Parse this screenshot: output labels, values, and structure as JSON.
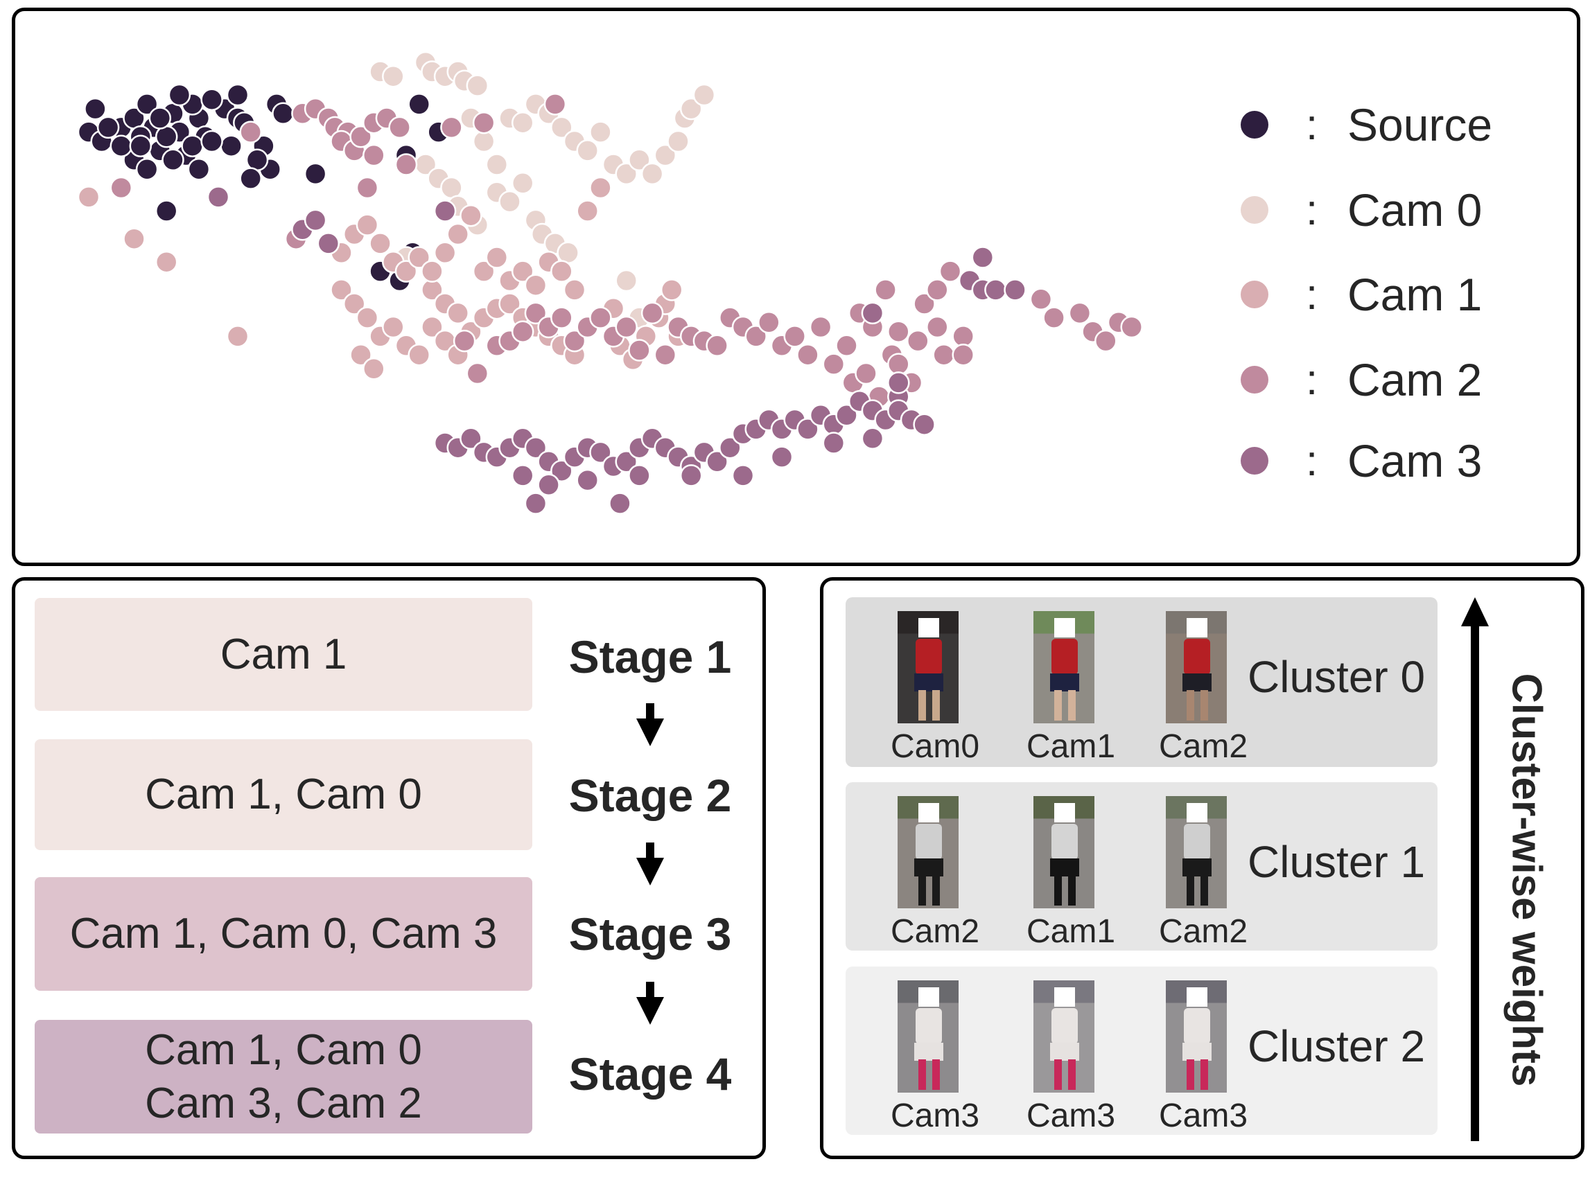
{
  "legend": [
    {
      "key": "source",
      "label": "Source",
      "color": "#2d1e3e"
    },
    {
      "key": "cam0",
      "label": "Cam 0",
      "color": "#e8d4cf"
    },
    {
      "key": "cam1",
      "label": "Cam 1",
      "color": "#d9aeb2"
    },
    {
      "key": "cam2",
      "label": "Cam 2",
      "color": "#c08a9e"
    },
    {
      "key": "cam3",
      "label": "Cam 3",
      "color": "#9c6a8c"
    }
  ],
  "legend_separator": ":",
  "chart_data": {
    "type": "scatter",
    "title": "",
    "xlabel": "",
    "ylabel": "",
    "grid": false,
    "axes_visible": false,
    "legend_position": "right",
    "note": "t-SNE style embedding, no axes; coordinates are relative embedding units (0-100 horizontally, 0-100 vertically, top=0)",
    "series": [
      {
        "name": "Source",
        "color": "#2d1e3e",
        "points": [
          [
            4,
            13
          ],
          [
            3,
            18
          ],
          [
            5,
            20
          ],
          [
            8,
            17
          ],
          [
            10,
            15
          ],
          [
            12,
            12
          ],
          [
            13,
            17
          ],
          [
            14,
            22
          ],
          [
            10,
            24
          ],
          [
            16,
            14
          ],
          [
            17,
            18
          ],
          [
            18,
            23
          ],
          [
            20,
            15
          ],
          [
            20,
            26
          ],
          [
            24,
            13
          ],
          [
            26,
            15
          ],
          [
            25,
            21
          ],
          [
            28,
            18
          ],
          [
            30,
            21
          ],
          [
            31,
            26
          ],
          [
            29,
            24
          ],
          [
            21,
            19
          ],
          [
            15,
            19
          ],
          [
            19,
            21
          ],
          [
            22,
            20
          ],
          [
            27,
            16
          ],
          [
            8,
            21
          ],
          [
            6,
            17
          ],
          [
            11,
            19
          ],
          [
            16,
            24
          ],
          [
            14,
            15
          ],
          [
            32,
            12
          ],
          [
            33,
            14
          ],
          [
            19,
            12
          ],
          [
            17,
            10
          ],
          [
            22,
            11
          ],
          [
            26,
            10
          ],
          [
            11,
            21
          ],
          [
            15,
            35
          ],
          [
            38,
            27
          ],
          [
            54,
            12
          ],
          [
            57,
            18
          ],
          [
            52,
            23
          ],
          [
            48,
            48
          ],
          [
            51,
            50
          ],
          [
            53,
            44
          ],
          [
            12,
            26
          ],
          [
            28,
            28
          ]
        ]
      },
      {
        "name": "Cam 0",
        "color": "#e8d4cf",
        "points": [
          [
            48,
            5
          ],
          [
            50,
            6
          ],
          [
            55,
            3
          ],
          [
            56,
            5
          ],
          [
            58,
            6
          ],
          [
            60,
            5
          ],
          [
            61,
            7
          ],
          [
            63,
            8
          ],
          [
            68,
            15
          ],
          [
            70,
            16
          ],
          [
            72,
            12
          ],
          [
            74,
            14
          ],
          [
            76,
            17
          ],
          [
            78,
            20
          ],
          [
            80,
            22
          ],
          [
            82,
            18
          ],
          [
            84,
            25
          ],
          [
            86,
            27
          ],
          [
            88,
            24
          ],
          [
            90,
            27
          ],
          [
            92,
            23
          ],
          [
            94,
            20
          ],
          [
            95,
            15
          ],
          [
            96,
            13
          ],
          [
            98,
            10
          ],
          [
            62,
            15
          ],
          [
            64,
            20
          ],
          [
            66,
            25
          ],
          [
            66,
            31
          ],
          [
            68,
            33
          ],
          [
            70,
            29
          ],
          [
            72,
            37
          ],
          [
            73,
            40
          ],
          [
            75,
            42
          ],
          [
            77,
            44
          ],
          [
            55,
            25
          ],
          [
            57,
            28
          ],
          [
            59,
            30
          ],
          [
            60,
            34
          ],
          [
            63,
            38
          ],
          [
            52,
            45
          ],
          [
            86,
            50
          ],
          [
            88,
            58
          ]
        ]
      },
      {
        "name": "Cam 1",
        "color": "#d9aeb2",
        "points": [
          [
            3,
            32
          ],
          [
            10,
            41
          ],
          [
            15,
            46
          ],
          [
            26,
            62
          ],
          [
            40,
            42
          ],
          [
            42,
            44
          ],
          [
            44,
            40
          ],
          [
            46,
            38
          ],
          [
            48,
            42
          ],
          [
            50,
            46
          ],
          [
            52,
            48
          ],
          [
            54,
            45
          ],
          [
            56,
            52
          ],
          [
            58,
            55
          ],
          [
            60,
            57
          ],
          [
            42,
            52
          ],
          [
            44,
            55
          ],
          [
            46,
            58
          ],
          [
            48,
            62
          ],
          [
            50,
            60
          ],
          [
            52,
            64
          ],
          [
            54,
            66
          ],
          [
            56,
            60
          ],
          [
            58,
            63
          ],
          [
            60,
            66
          ],
          [
            45,
            66
          ],
          [
            47,
            69
          ],
          [
            62,
            61
          ],
          [
            64,
            58
          ],
          [
            66,
            56
          ],
          [
            68,
            55
          ],
          [
            70,
            58
          ],
          [
            72,
            60
          ],
          [
            74,
            62
          ],
          [
            76,
            64
          ],
          [
            78,
            66
          ],
          [
            64,
            48
          ],
          [
            66,
            45
          ],
          [
            68,
            50
          ],
          [
            70,
            48
          ],
          [
            62,
            36
          ],
          [
            60,
            40
          ],
          [
            58,
            44
          ],
          [
            56,
            48
          ],
          [
            72,
            51
          ],
          [
            74,
            46
          ],
          [
            76,
            48
          ],
          [
            78,
            52
          ],
          [
            80,
            35
          ],
          [
            82,
            30
          ],
          [
            84,
            56
          ],
          [
            85,
            64
          ],
          [
            87,
            67
          ],
          [
            89,
            62
          ],
          [
            91,
            58
          ],
          [
            92,
            55
          ],
          [
            93,
            52
          ],
          [
            94,
            62
          ]
        ]
      },
      {
        "name": "Cam 2",
        "color": "#c08a9e",
        "points": [
          [
            8,
            30
          ],
          [
            28,
            18
          ],
          [
            36,
            14
          ],
          [
            38,
            13
          ],
          [
            40,
            15
          ],
          [
            41,
            17
          ],
          [
            43,
            18
          ],
          [
            42,
            20
          ],
          [
            44,
            22
          ],
          [
            45,
            19
          ],
          [
            47,
            16
          ],
          [
            49,
            15
          ],
          [
            47,
            23
          ],
          [
            51,
            17
          ],
          [
            52,
            25
          ],
          [
            46,
            30
          ],
          [
            35,
            41
          ],
          [
            59,
            17
          ],
          [
            64,
            16
          ],
          [
            75,
            12
          ],
          [
            61,
            63
          ],
          [
            63,
            70
          ],
          [
            66,
            64
          ],
          [
            68,
            63
          ],
          [
            70,
            61
          ],
          [
            72,
            57
          ],
          [
            74,
            60
          ],
          [
            76,
            58
          ],
          [
            78,
            63
          ],
          [
            80,
            60
          ],
          [
            82,
            58
          ],
          [
            84,
            62
          ],
          [
            86,
            60
          ],
          [
            88,
            65
          ],
          [
            90,
            57
          ],
          [
            92,
            66
          ],
          [
            94,
            60
          ],
          [
            96,
            62
          ],
          [
            98,
            63
          ],
          [
            100,
            64
          ],
          [
            102,
            58
          ],
          [
            104,
            60
          ],
          [
            106,
            62
          ],
          [
            108,
            59
          ],
          [
            110,
            64
          ],
          [
            112,
            62
          ],
          [
            114,
            66
          ],
          [
            116,
            60
          ],
          [
            118,
            68
          ],
          [
            120,
            64
          ],
          [
            121,
            72
          ],
          [
            123,
            70
          ],
          [
            125,
            75
          ],
          [
            127,
            66
          ],
          [
            122,
            57
          ],
          [
            124,
            60
          ],
          [
            128,
            61
          ],
          [
            131,
            63
          ],
          [
            134,
            60
          ],
          [
            138,
            62
          ],
          [
            132,
            55
          ],
          [
            134,
            52
          ],
          [
            136,
            48
          ],
          [
            126,
            52
          ],
          [
            128,
            68
          ],
          [
            130,
            72
          ],
          [
            135,
            66
          ],
          [
            138,
            66
          ],
          [
            150,
            54
          ],
          [
            152,
            58
          ],
          [
            156,
            57
          ],
          [
            158,
            61
          ],
          [
            160,
            63
          ],
          [
            162,
            59
          ],
          [
            164,
            60
          ]
        ]
      },
      {
        "name": "Cam 3",
        "color": "#9c6a8c",
        "points": [
          [
            23,
            32
          ],
          [
            36,
            39
          ],
          [
            38,
            37
          ],
          [
            40,
            42
          ],
          [
            58,
            35
          ],
          [
            124,
            57
          ],
          [
            128,
            75
          ],
          [
            141,
            45
          ],
          [
            139,
            50
          ],
          [
            141,
            52
          ],
          [
            143,
            52
          ],
          [
            146,
            52
          ],
          [
            128,
            72
          ],
          [
            58,
            85
          ],
          [
            60,
            86
          ],
          [
            62,
            84
          ],
          [
            64,
            87
          ],
          [
            66,
            88
          ],
          [
            68,
            86
          ],
          [
            70,
            84
          ],
          [
            72,
            86
          ],
          [
            74,
            89
          ],
          [
            76,
            91
          ],
          [
            78,
            88
          ],
          [
            80,
            86
          ],
          [
            82,
            87
          ],
          [
            84,
            90
          ],
          [
            86,
            89
          ],
          [
            88,
            86
          ],
          [
            90,
            84
          ],
          [
            92,
            86
          ],
          [
            94,
            88
          ],
          [
            96,
            90
          ],
          [
            98,
            87
          ],
          [
            100,
            89
          ],
          [
            102,
            86
          ],
          [
            104,
            83
          ],
          [
            106,
            82
          ],
          [
            108,
            80
          ],
          [
            110,
            82
          ],
          [
            112,
            80
          ],
          [
            114,
            82
          ],
          [
            116,
            79
          ],
          [
            118,
            81
          ],
          [
            120,
            79
          ],
          [
            122,
            76
          ],
          [
            124,
            78
          ],
          [
            126,
            80
          ],
          [
            128,
            78
          ],
          [
            130,
            80
          ],
          [
            132,
            81
          ],
          [
            70,
            92
          ],
          [
            74,
            94
          ],
          [
            80,
            93
          ],
          [
            88,
            92
          ],
          [
            96,
            92
          ],
          [
            104,
            92
          ],
          [
            110,
            88
          ],
          [
            118,
            85
          ],
          [
            124,
            84
          ],
          [
            85,
            98
          ],
          [
            72,
            98
          ]
        ]
      }
    ]
  },
  "stages": [
    {
      "label": "Stage 1",
      "cams": [
        "Cam 1"
      ],
      "color": "#f2e6e3"
    },
    {
      "label": "Stage 2",
      "cams": [
        "Cam 1, Cam 0"
      ],
      "color": "#f2e6e3"
    },
    {
      "label": "Stage 3",
      "cams": [
        "Cam 1, Cam 0, Cam 3"
      ],
      "color": "#dec3cd"
    },
    {
      "label": "Stage 4",
      "cams": [
        "Cam 1, Cam 0",
        "Cam 3, Cam 2"
      ],
      "color": "#cdb2c4"
    }
  ],
  "clusters": [
    {
      "name": "Cluster 0",
      "color": "#dcdcdc",
      "images": [
        {
          "cam": "Cam0",
          "top": "#2a2626",
          "shirt": "#b51f24",
          "skirt": "#1e2240",
          "bg": "#3a3838",
          "legs": "#c8a88c"
        },
        {
          "cam": "Cam1",
          "top": "#6f8a5a",
          "shirt": "#b51f24",
          "skirt": "#1e2240",
          "bg": "#8f8c85",
          "legs": "#d2b29a"
        },
        {
          "cam": "Cam2",
          "top": "#7c7670",
          "shirt": "#b51f24",
          "skirt": "#1e1e26",
          "bg": "#8a7e74",
          "legs": "#a88670"
        }
      ]
    },
    {
      "name": "Cluster 1",
      "color": "#e6e6e6",
      "images": [
        {
          "cam": "Cam2",
          "top": "#5f6a4e",
          "shirt": "#cfcfcf",
          "skirt": "#1a1a1a",
          "bg": "#8b8580",
          "legs": "#1a1a1a"
        },
        {
          "cam": "Cam1",
          "top": "#5a6448",
          "shirt": "#d4d4d4",
          "skirt": "#141414",
          "bg": "#8a8784",
          "legs": "#141414"
        },
        {
          "cam": "Cam2",
          "top": "#6b7560",
          "shirt": "#cfcfcf",
          "skirt": "#1a1a1a",
          "bg": "#8e8a86",
          "legs": "#1a1a1a"
        }
      ]
    },
    {
      "name": "Cluster 2",
      "color": "#f0f0f0",
      "images": [
        {
          "cam": "Cam3",
          "top": "#6a6a6e",
          "shirt": "#e8e4e2",
          "skirt": "#e6e2e0",
          "bg": "#8d8b8d",
          "legs": "#c8285a"
        },
        {
          "cam": "Cam3",
          "top": "#7a7880",
          "shirt": "#e8e4e2",
          "skirt": "#e6e2e0",
          "bg": "#9a989a",
          "legs": "#c8285a"
        },
        {
          "cam": "Cam3",
          "top": "#6e6c74",
          "shirt": "#e8e4e2",
          "skirt": "#e6e2e0",
          "bg": "#929092",
          "legs": "#c8285a"
        }
      ]
    }
  ],
  "weights_label": "Cluster-wise weights"
}
